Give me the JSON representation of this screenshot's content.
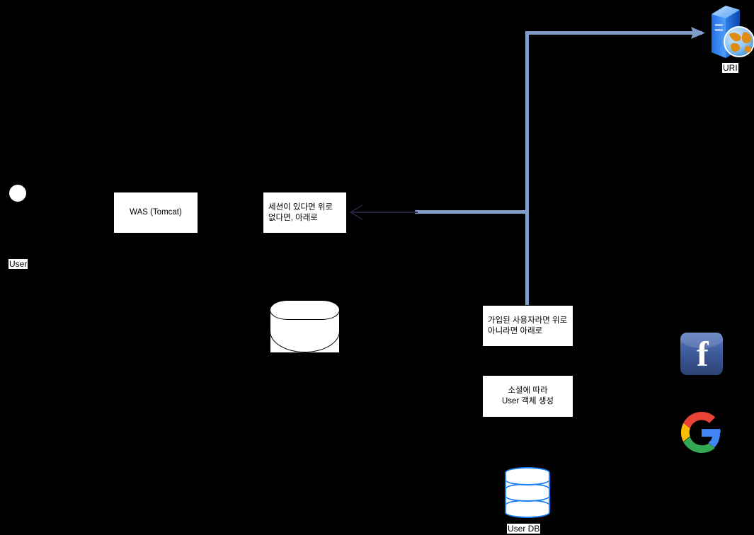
{
  "diagram": {
    "title": "Login / Social Authentication Flow",
    "background_color": "#000000",
    "shape_fill": "#ffffff",
    "connector_color": "#7f9dc8",
    "connector_dark_color": "#23233c",
    "db_accent_color": "#1b7ff5"
  },
  "actor": {
    "label": "User",
    "icon": "user-actor-icon"
  },
  "nodes": {
    "was": {
      "label": "WAS (Tomcat)",
      "align": "center"
    },
    "session_check": {
      "label": "세션이 있다면 위로\n없다면, 아래로",
      "align": "left"
    },
    "registered_check": {
      "label": "가입된 사용자라면 위로\n아니라면 아래로",
      "align": "left"
    },
    "create_user": {
      "label": "소셜에 따라\nUser 객체 생성",
      "align": "center"
    },
    "plain_db": {
      "label": "",
      "icon": "database-cylinder-icon"
    },
    "user_db": {
      "label": "User DB",
      "icon": "database-blue-icon"
    },
    "uri_server": {
      "label": "URI",
      "icon": "web-server-globe-icon"
    },
    "facebook": {
      "label": "",
      "icon": "facebook-icon"
    },
    "google": {
      "label": "",
      "icon": "google-icon"
    }
  },
  "connectors": [
    {
      "name": "uri-to-branch",
      "from": "uri_server",
      "to": "vertical-trunk",
      "direction": "right",
      "color": "#7f9dc8"
    },
    {
      "name": "branch-to-session",
      "from": "vertical-trunk",
      "to": "session_check",
      "direction": "left",
      "color": "#7f9dc8"
    },
    {
      "name": "trunk-to-registered",
      "from": "vertical-trunk",
      "to": "registered_check",
      "direction": "down",
      "color": "#7f9dc8"
    }
  ]
}
